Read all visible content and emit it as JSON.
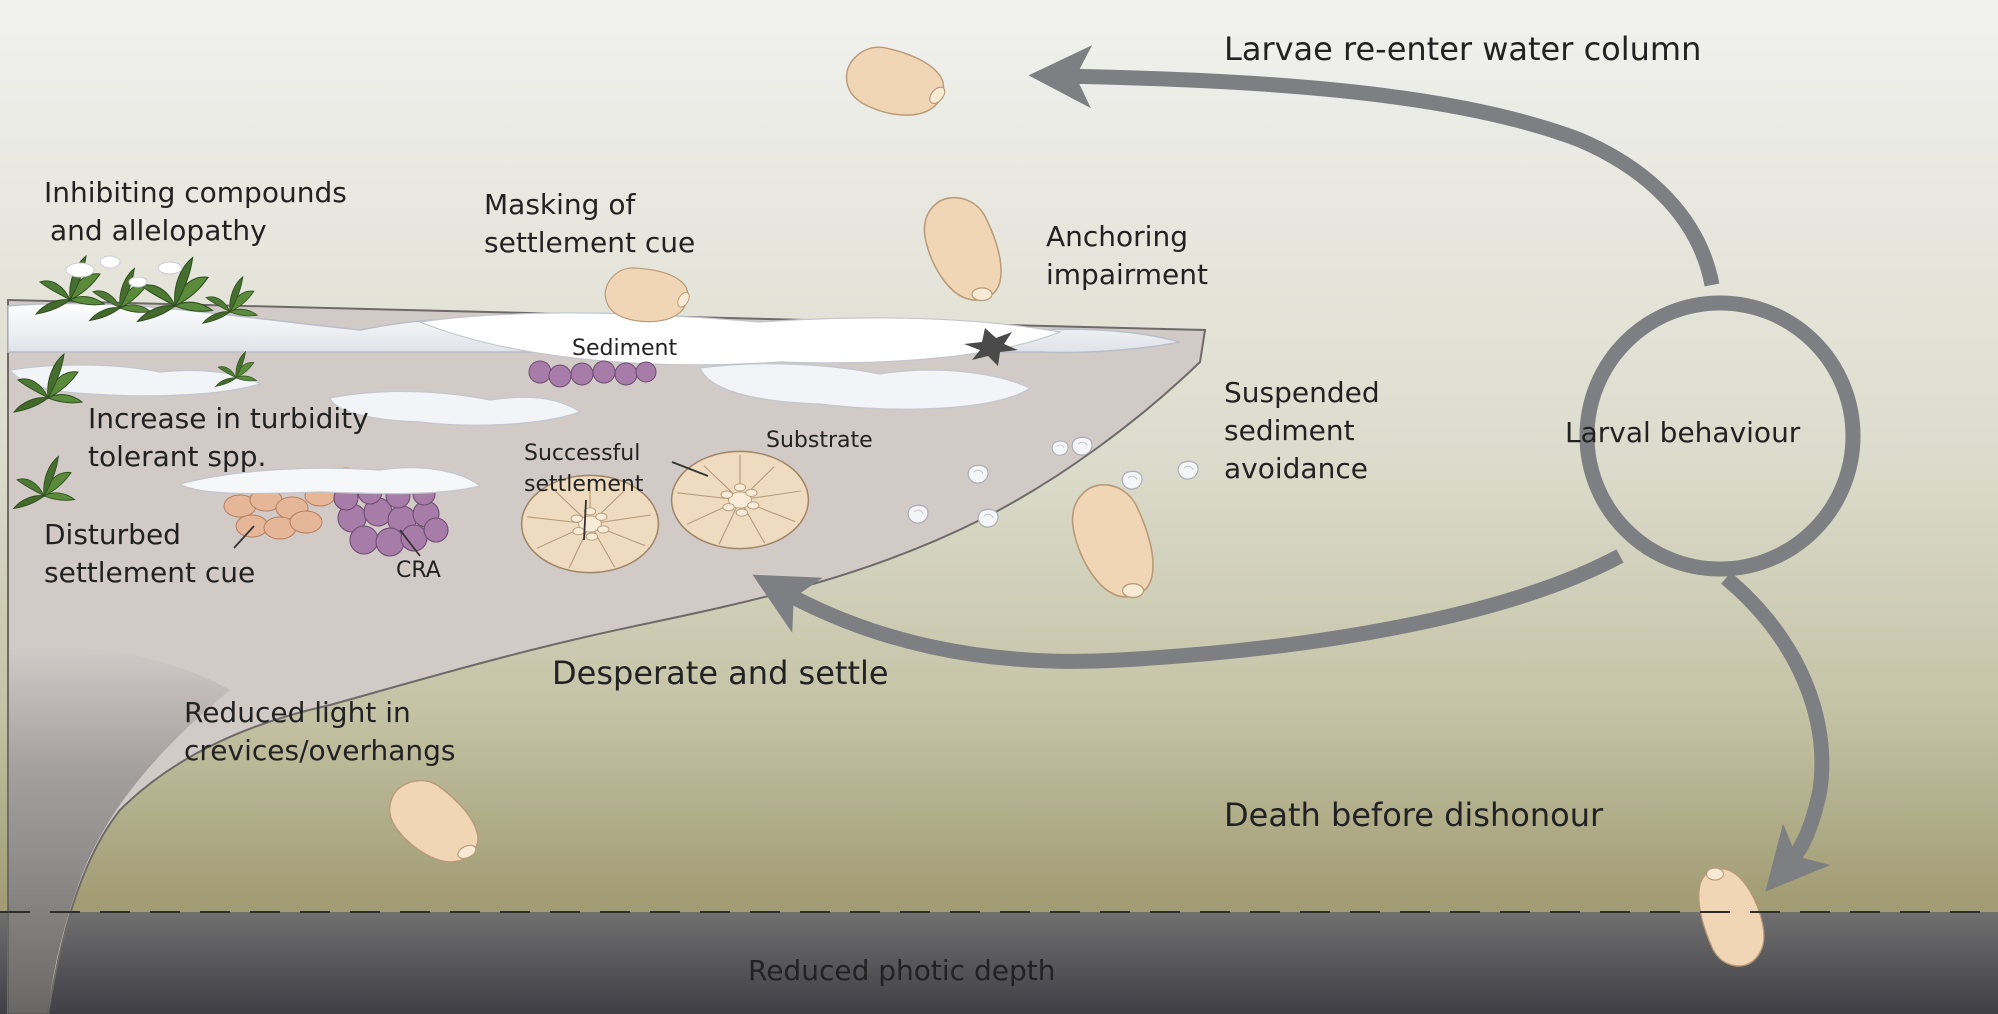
{
  "colors": {
    "water_top": "#f1f1ef",
    "water_mid": "#c7c6ad",
    "water_low": "#a09b72",
    "deep_zone": "#4b4b50",
    "substrate": "#d2cac7",
    "sediment": "#eef0f4",
    "larva": "#f0d6b4",
    "larva_edge": "#b89a78",
    "recruit": "#efdcc0",
    "cra": "#a77ca8",
    "disturbed_cue": "#e6b698",
    "algae": "#4f7a35",
    "arrow": "#7e7f82",
    "star": "#4a4a4a"
  },
  "labels": {
    "re_enter": "Larvae re-enter water column",
    "inhibiting_1": "Inhibiting compounds",
    "inhibiting_2": "and allelopathy",
    "masking_1": "Masking of",
    "masking_2": "settlement cue",
    "anchoring_1": "Anchoring",
    "anchoring_2": "impairment",
    "sediment": "Sediment",
    "suspended_1": "Suspended",
    "suspended_2": "sediment",
    "suspended_3": "avoidance",
    "larval_behaviour": "Larval behaviour",
    "turbidity_1": "Increase in turbidity",
    "turbidity_2": "tolerant spp.",
    "successful_1": "Successful",
    "successful_2": "settlement",
    "substrate": "Substrate",
    "disturbed_1": "Disturbed",
    "disturbed_2": "settlement cue",
    "cra": "CRA",
    "desperate": "Desperate and settle",
    "reduced_light_1": "Reduced light in",
    "reduced_light_2": "crevices/overhangs",
    "death": "Death before dishonour",
    "photic": "Reduced photic depth"
  },
  "icons": {
    "larva": "larva-icon",
    "recruit": "coral-recruit-icon",
    "algae": "algae-icon",
    "sediment_grain": "sediment-grain-icon",
    "impact": "impact-star-icon"
  }
}
